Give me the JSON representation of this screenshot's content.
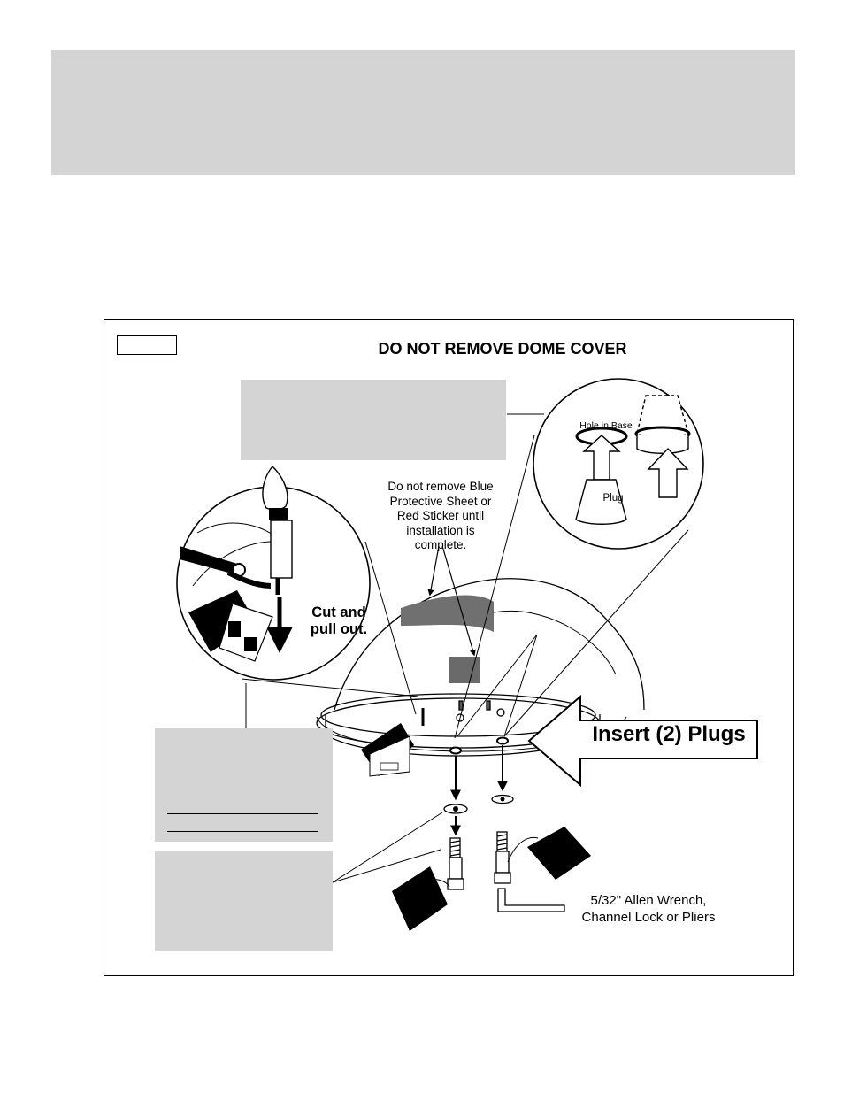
{
  "figure": {
    "title": "DO NOT REMOVE DOME COVER",
    "labels": {
      "warning_lines": [
        "Do not remove Blue",
        "Protective Sheet or",
        "Red Sticker until",
        "installation is",
        "complete."
      ],
      "cut_lines": [
        "Cut and",
        "pull out."
      ],
      "hole_in_base": "Hole in Base",
      "plug": "Plug",
      "insert_plugs": "Insert (2) Plugs",
      "tools_lines": [
        "5/32\" Allen Wrench,",
        "Channel Lock or Pliers"
      ]
    }
  },
  "icons": [
    "scissors-icon",
    "light-bulb-icon",
    "plug-icon",
    "allen-wrench-icon",
    "bolt-icon",
    "washer-icon",
    "tag-icon"
  ]
}
